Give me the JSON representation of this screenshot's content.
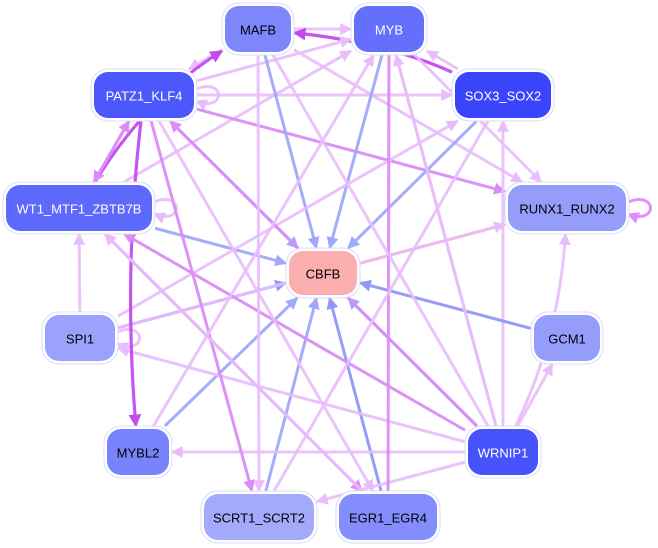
{
  "title": "Gene regulatory network",
  "colors": {
    "edge_activation_light": "#e9bdfc",
    "edge_activation_mid": "#da8cf7",
    "edge_activation_strong": "#c24bf0",
    "edge_blue": "#a0a8fb",
    "edge_blue_mid": "#8f98f7",
    "edge_red": "#fba8a8",
    "node_border": "#d8dcfb"
  },
  "nodes": [
    {
      "id": "MAFB",
      "label": "MAFB",
      "fill": "#7d87fb",
      "text": "#000000"
    },
    {
      "id": "MYB",
      "label": "MYB",
      "fill": "#6470fb",
      "text": "#ffffff"
    },
    {
      "id": "PATZ1_KLF4",
      "label": "PATZ1_KLF4",
      "fill": "#4c58fb",
      "text": "#ffffff"
    },
    {
      "id": "SOX3_SOX2",
      "label": "SOX3_SOX2",
      "fill": "#3a45fb",
      "text": "#ffffff"
    },
    {
      "id": "WT1_MTF1_ZBTB7B",
      "label": "WT1_MTF1_ZBTB7B",
      "fill": "#5c69fb",
      "text": "#ffffff"
    },
    {
      "id": "RUNX1_RUNX2",
      "label": "RUNX1_RUNX2",
      "fill": "#959dfb",
      "text": "#000000"
    },
    {
      "id": "CBFB",
      "label": "CBFB",
      "fill": "#fbaeae",
      "text": "#000000"
    },
    {
      "id": "SPI1",
      "label": "SPI1",
      "fill": "#9aa2fb",
      "text": "#000000"
    },
    {
      "id": "GCM1",
      "label": "GCM1",
      "fill": "#959dfb",
      "text": "#000000"
    },
    {
      "id": "MYBL2",
      "label": "MYBL2",
      "fill": "#7883fb",
      "text": "#000000"
    },
    {
      "id": "WRNIP1",
      "label": "WRNIP1",
      "fill": "#4652fb",
      "text": "#ffffff"
    },
    {
      "id": "SCRT1_SCRT2",
      "label": "SCRT1_SCRT2",
      "fill": "#a3aafb",
      "text": "#000000"
    },
    {
      "id": "EGR1_EGR4",
      "label": "EGR1_EGR4",
      "fill": "#838dfb",
      "text": "#000000"
    }
  ],
  "edges": [
    {
      "source": "MAFB",
      "target": "MYB",
      "type": "light"
    },
    {
      "source": "SOX3_SOX2",
      "target": "MAFB",
      "type": "strong",
      "curve": 0.08
    },
    {
      "source": "SOX3_SOX2",
      "target": "MYB",
      "type": "light"
    },
    {
      "source": "MAFB",
      "target": "PATZ1_KLF4",
      "type": "light"
    },
    {
      "source": "PATZ1_KLF4",
      "target": "SOX3_SOX2",
      "type": "light"
    },
    {
      "source": "PATZ1_KLF4",
      "target": "MYB",
      "type": "light"
    },
    {
      "source": "PATZ1_KLF4",
      "target": "PATZ1_KLF4",
      "type": "light",
      "self": true
    },
    {
      "source": "WT1_MTF1_ZBTB7B",
      "target": "MAFB",
      "type": "strong",
      "curve": -0.12
    },
    {
      "source": "WT1_MTF1_ZBTB7B",
      "target": "MYB",
      "type": "light"
    },
    {
      "source": "PATZ1_KLF4",
      "target": "WT1_MTF1_ZBTB7B",
      "type": "mid"
    },
    {
      "source": "WT1_MTF1_ZBTB7B",
      "target": "PATZ1_KLF4",
      "type": "mid"
    },
    {
      "source": "WT1_MTF1_ZBTB7B",
      "target": "WT1_MTF1_ZBTB7B",
      "type": "light",
      "self": true
    },
    {
      "source": "PATZ1_KLF4",
      "target": "RUNX1_RUNX2",
      "type": "mid"
    },
    {
      "source": "MYB",
      "target": "RUNX1_RUNX2",
      "type": "light"
    },
    {
      "source": "MAFB",
      "target": "RUNX1_RUNX2",
      "type": "light"
    },
    {
      "source": "RUNX1_RUNX2",
      "target": "RUNX1_RUNX2",
      "type": "mid",
      "self": true
    },
    {
      "source": "WRNIP1",
      "target": "SOX3_SOX2",
      "type": "light"
    },
    {
      "source": "PATZ1_KLF4",
      "target": "CBFB",
      "type": "blue"
    },
    {
      "source": "MAFB",
      "target": "CBFB",
      "type": "blue"
    },
    {
      "source": "MYB",
      "target": "CBFB",
      "type": "blue"
    },
    {
      "source": "SOX3_SOX2",
      "target": "CBFB",
      "type": "blue"
    },
    {
      "source": "WT1_MTF1_ZBTB7B",
      "target": "CBFB",
      "type": "blue"
    },
    {
      "source": "SPI1",
      "target": "CBFB",
      "type": "blue_mid"
    },
    {
      "source": "GCM1",
      "target": "CBFB",
      "type": "blue_mid"
    },
    {
      "source": "MYBL2",
      "target": "CBFB",
      "type": "blue"
    },
    {
      "source": "WRNIP1",
      "target": "CBFB",
      "type": "blue"
    },
    {
      "source": "SCRT1_SCRT2",
      "target": "CBFB",
      "type": "blue"
    },
    {
      "source": "EGR1_EGR4",
      "target": "CBFB",
      "type": "blue_mid"
    },
    {
      "source": "CBFB",
      "target": "RUNX1_RUNX2",
      "type": "red",
      "arrow": false
    },
    {
      "source": "SPI1",
      "target": "WT1_MTF1_ZBTB7B",
      "type": "light"
    },
    {
      "source": "SPI1",
      "target": "SPI1",
      "type": "light",
      "self": true
    },
    {
      "source": "SPI1",
      "target": "SOX3_SOX2",
      "type": "light"
    },
    {
      "source": "SPI1",
      "target": "RUNX1_RUNX2",
      "type": "light"
    },
    {
      "source": "WRNIP1",
      "target": "SPI1",
      "type": "light"
    },
    {
      "source": "PATZ1_KLF4",
      "target": "MYBL2",
      "type": "strong",
      "curve": 0.05
    },
    {
      "source": "WRNIP1",
      "target": "MYBL2",
      "type": "light"
    },
    {
      "source": "WRNIP1",
      "target": "GCM1",
      "type": "light"
    },
    {
      "source": "WRNIP1",
      "target": "RUNX1_RUNX2",
      "type": "light",
      "curve": 0.1
    },
    {
      "source": "WRNIP1",
      "target": "MYB",
      "type": "light"
    },
    {
      "source": "WRNIP1",
      "target": "PATZ1_KLF4",
      "type": "mid"
    },
    {
      "source": "WRNIP1",
      "target": "WT1_MTF1_ZBTB7B",
      "type": "mid"
    },
    {
      "source": "WRNIP1",
      "target": "SCRT1_SCRT2",
      "type": "light"
    },
    {
      "source": "MAFB",
      "target": "SCRT1_SCRT2",
      "type": "light"
    },
    {
      "source": "PATZ1_KLF4",
      "target": "SCRT1_SCRT2",
      "type": "mid"
    },
    {
      "source": "WT1_MTF1_ZBTB7B",
      "target": "EGR1_EGR4",
      "type": "mid"
    },
    {
      "source": "PATZ1_KLF4",
      "target": "EGR1_EGR4",
      "type": "light"
    },
    {
      "source": "MYB",
      "target": "EGR1_EGR4",
      "type": "mid",
      "arrow": false
    },
    {
      "source": "EGR1_EGR4",
      "target": "WT1_MTF1_ZBTB7B",
      "type": "light"
    },
    {
      "source": "MYBL2",
      "target": "MYB",
      "type": "light"
    },
    {
      "source": "SCRT1_SCRT2",
      "target": "SOX3_SOX2",
      "type": "light",
      "arrow": false
    },
    {
      "source": "MYB",
      "target": "WRNIP1",
      "type": "light",
      "arrow": false
    },
    {
      "source": "MAFB",
      "target": "WRNIP1",
      "type": "light",
      "arrow": false
    }
  ]
}
